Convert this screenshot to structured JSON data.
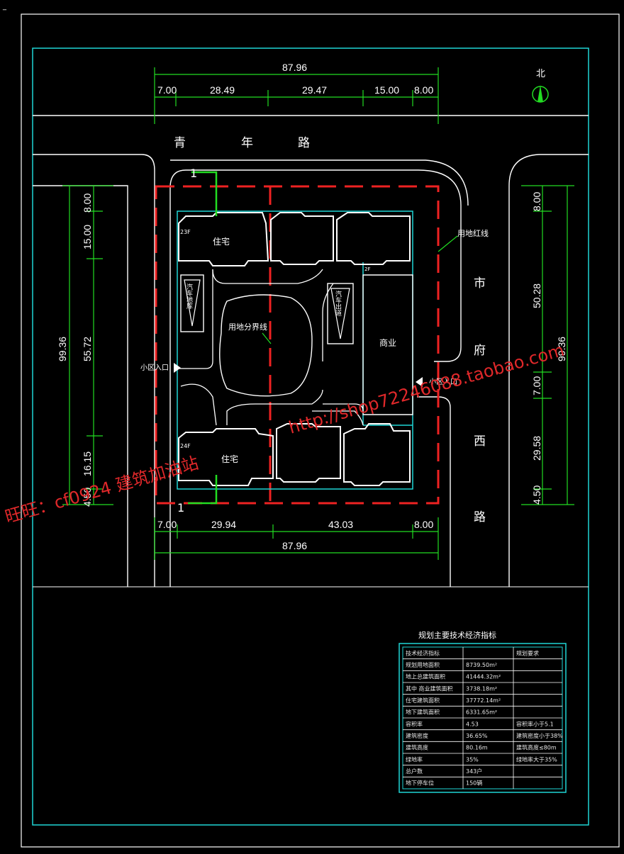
{
  "labels": {
    "north": "北",
    "road_top": [
      "青",
      "年",
      "路"
    ],
    "road_right": [
      "市",
      "府",
      "西",
      "路"
    ],
    "red_line": "用地红线",
    "boundary": "用地分界线",
    "residence": "住宅",
    "commerce": "商业",
    "entrance": "小区入口",
    "floors_top": "23F",
    "floors_bottom": "24F",
    "floors_commerce": "2F",
    "section": "1",
    "parking_left": "汽车地库",
    "parking_right": "汽车出道"
  },
  "dims": {
    "top_total": "87.96",
    "top": [
      "7.00",
      "28.49",
      "29.47",
      "15.00",
      "8.00"
    ],
    "bottom": [
      "7.00",
      "29.94",
      "43.03",
      "8.00"
    ],
    "bottom_total": "87.96",
    "left_total": "99.36",
    "left": [
      "8.00",
      "15.00",
      "55.72",
      "16.15",
      "4.50"
    ],
    "right_total": "99.36",
    "right": [
      "8.00",
      "50.28",
      "7.00",
      "29.58",
      "4.50"
    ]
  },
  "watermarks": [
    "旺旺：cf0924 建筑加油站",
    "http://shop72246088.taobao.com"
  ],
  "table": {
    "title": "规划主要技术经济指标",
    "rows": [
      [
        "技术经济指标",
        "",
        "规划要求"
      ],
      [
        "规划用地面积",
        "8739.50m²",
        ""
      ],
      [
        "地上总建筑面积",
        "41444.32m²",
        ""
      ],
      [
        "其中 商业建筑面积",
        "3738.18m²",
        ""
      ],
      [
        "住宅建筑面积",
        "37772.14m²",
        ""
      ],
      [
        "地下建筑面积",
        "6331.65m²",
        ""
      ],
      [
        "容积率",
        "4.53",
        "容积率小于5.1"
      ],
      [
        "建筑密度",
        "36.65%",
        "建筑密度小于38%"
      ],
      [
        "建筑高度",
        "80.16m",
        "建筑高度≤80m"
      ],
      [
        "绿地率",
        "35%",
        "绿地率大于35%"
      ],
      [
        "总户数",
        "343户",
        ""
      ],
      [
        "地下停车位",
        "150辆",
        ""
      ]
    ]
  },
  "colors": {
    "red_line": "#ee2222",
    "cyan": "#1fd6d6",
    "green": "#22dd22",
    "watermark": "#e0282a"
  }
}
